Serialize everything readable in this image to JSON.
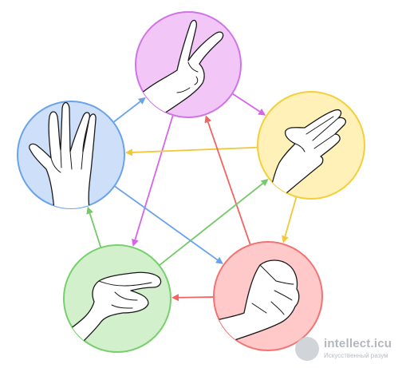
{
  "nodes": [
    {
      "key": "scissors",
      "icon": "scissors-hand-icon",
      "fill": "#f2c7f7",
      "stroke": "#cf74e6"
    },
    {
      "key": "paper",
      "icon": "paper-hand-icon",
      "fill": "#fff1b8",
      "stroke": "#f4cf3c"
    },
    {
      "key": "rock",
      "icon": "rock-fist-icon",
      "fill": "#ffc9c9",
      "stroke": "#f27373"
    },
    {
      "key": "lizard",
      "icon": "lizard-hand-icon",
      "fill": "#d2f0cc",
      "stroke": "#78cf6d"
    },
    {
      "key": "spock",
      "icon": "spock-hand-icon",
      "fill": "#cddff9",
      "stroke": "#6aa3ea"
    }
  ],
  "edges": [
    {
      "from": "scissors",
      "to": "paper",
      "color": "#d764e8"
    },
    {
      "from": "scissors",
      "to": "lizard",
      "color": "#d764e8"
    },
    {
      "from": "paper",
      "to": "rock",
      "color": "#f4c63a"
    },
    {
      "from": "paper",
      "to": "spock",
      "color": "#f4c63a"
    },
    {
      "from": "rock",
      "to": "lizard",
      "color": "#f26363"
    },
    {
      "from": "rock",
      "to": "scissors",
      "color": "#f26363"
    },
    {
      "from": "lizard",
      "to": "spock",
      "color": "#75c96a"
    },
    {
      "from": "lizard",
      "to": "paper",
      "color": "#75c96a"
    },
    {
      "from": "spock",
      "to": "scissors",
      "color": "#6aa3ea"
    },
    {
      "from": "spock",
      "to": "rock",
      "color": "#6aa3ea"
    }
  ],
  "watermark": {
    "logo_icon": "intellect-logo-icon",
    "text": "intellect.icu",
    "subtext": "Искусственный разум"
  }
}
